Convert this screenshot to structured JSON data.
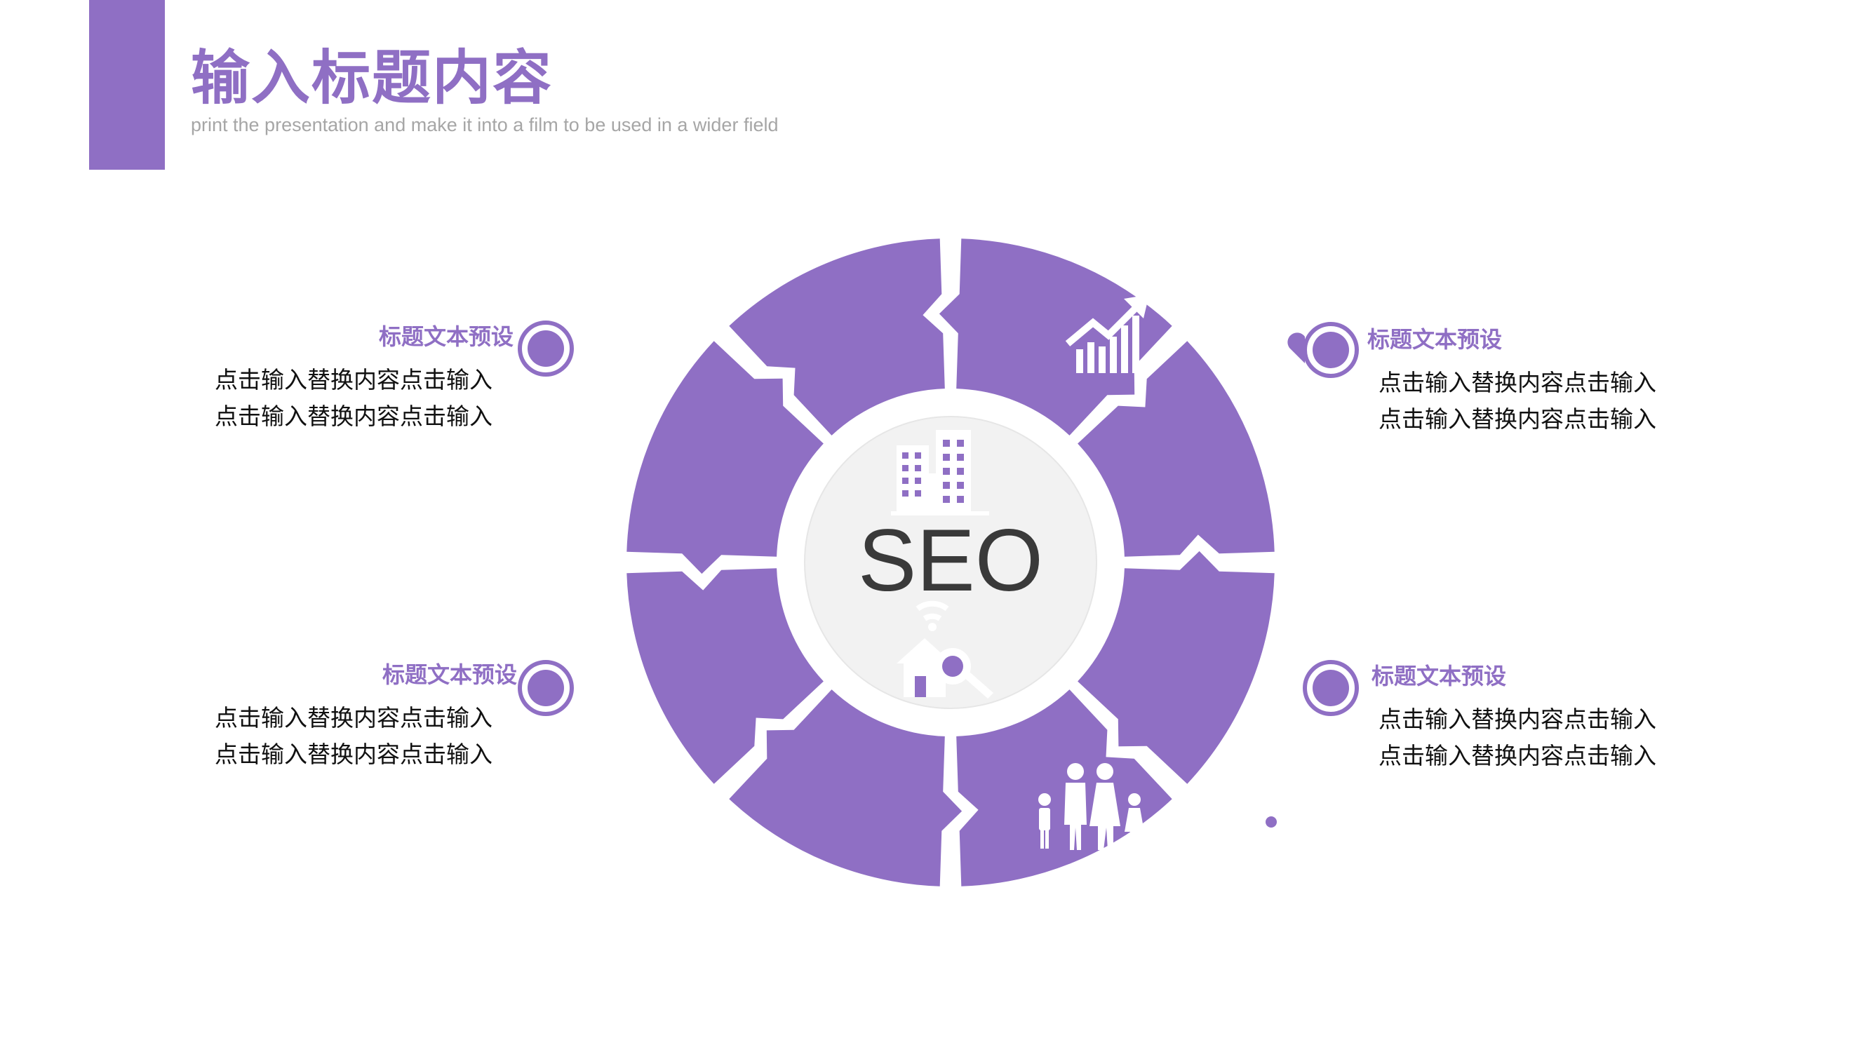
{
  "header": {
    "title": "输入标题内容",
    "subtitle": "print the presentation and make it into a film to be used in a wider field"
  },
  "center": {
    "label": "SEO"
  },
  "colors": {
    "accent": "#8f6fc4",
    "center_fill": "#f2f2f2",
    "center_text": "#3a3a3a",
    "body_text": "#111111",
    "subtitle": "#a6a6a6"
  },
  "segments": [
    {
      "icon": "growth-chart-icon"
    },
    {
      "icon": "home-heart-icon"
    },
    {
      "icon": "handshake-icon"
    },
    {
      "icon": "home-basket-icon"
    },
    {
      "icon": "truck-icon"
    },
    {
      "icon": "family-icon"
    },
    {
      "icon": "smart-home-search-icon"
    },
    {
      "icon": "buildings-icon"
    }
  ],
  "items": [
    {
      "title": "标题文本预设",
      "lines": [
        "点击输入替换内容点击输入",
        "点击输入替换内容点击输入"
      ]
    },
    {
      "title": "标题文本预设",
      "lines": [
        "点击输入替换内容点击输入",
        "点击输入替换内容点击输入"
      ]
    },
    {
      "title": "标题文本预设",
      "lines": [
        "点击输入替换内容点击输入",
        "点击输入替换内容点击输入"
      ]
    },
    {
      "title": "标题文本预设",
      "lines": [
        "点击输入替换内容点击输入",
        "点击输入替换内容点击输入"
      ]
    }
  ]
}
